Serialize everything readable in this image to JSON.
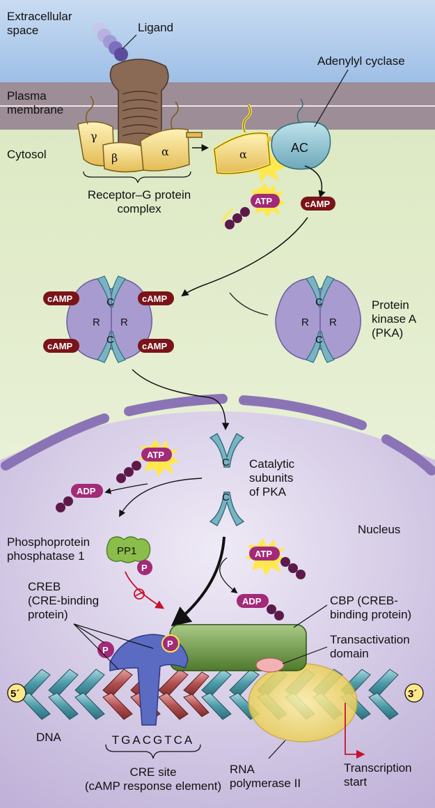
{
  "labels": {
    "extracellular": [
      "Extracellular",
      "space"
    ],
    "ligand": "Ligand",
    "adenylyl_cyclase": "Adenylyl cyclase",
    "plasma_membrane": [
      "Plasma",
      "membrane"
    ],
    "cytosol": "Cytosol",
    "receptor_complex": [
      "Receptor–G protein",
      "complex"
    ],
    "pka": [
      "Protein",
      "kinase A",
      "(PKA)"
    ],
    "catalytic": [
      "Catalytic",
      "subunits",
      "of PKA"
    ],
    "nucleus": "Nucleus",
    "phosphatase": [
      "Phosphoprotein",
      "phosphatase 1"
    ],
    "creb": [
      "CREB",
      "(CRE-binding",
      "protein)"
    ],
    "cbp": [
      "CBP (CREB-",
      "binding protein)"
    ],
    "transactivation": [
      "Transactivation",
      "domain"
    ],
    "dna": "DNA",
    "cre_sequence": "TGACGTCA",
    "cre_site": [
      "CRE site",
      "(cAMP response element)"
    ],
    "rna_pol": [
      "RNA",
      "polymerase II"
    ],
    "transcription": [
      "Transcription",
      "start"
    ],
    "five_prime": "5´",
    "three_prime": "3´"
  },
  "molecules": {
    "camp": "cAMP",
    "atp": "ATP",
    "adp": "ADP",
    "ac": "AC",
    "pp1": "PP1",
    "p": "P",
    "r": "R",
    "c": "C",
    "alpha": "α",
    "beta": "β",
    "gamma": "γ"
  }
}
